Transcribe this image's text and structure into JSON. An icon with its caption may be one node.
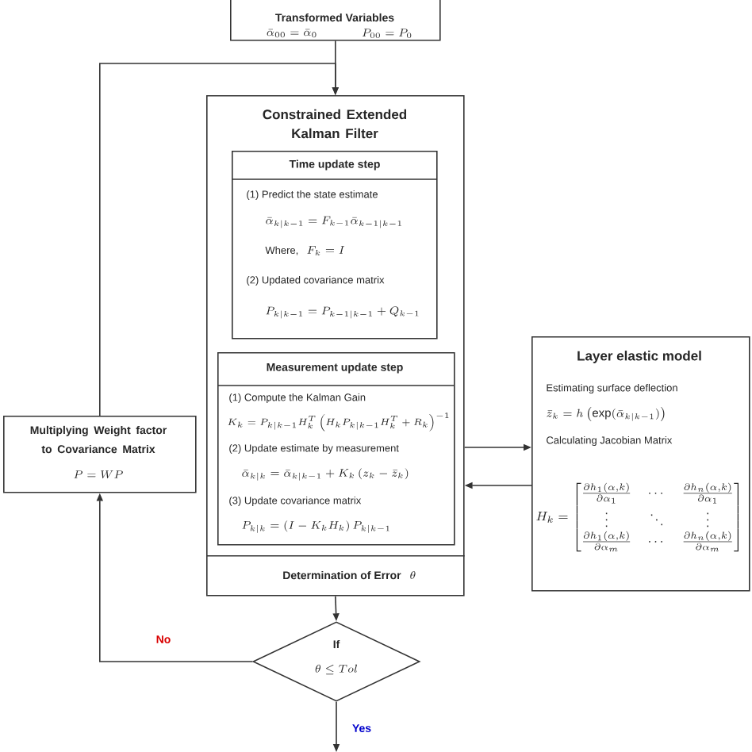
{
  "diagram": {
    "nodes": [
      {
        "text": [
          "Transformed Variables",
          "\\bar{\\alpha}_{00} = \\bar{\\alpha}_{0}",
          "P_{00} = P_{0}"
        ]
      },
      {
        "text": [
          "Constrained Extended Kalman Filter"
        ]
      },
      {
        "text": [
          "Time update step",
          "(1) Predict the state estimate",
          "\\bar{\\alpha}_{k|k-1} = F_{k-1}\\bar{\\alpha}_{k-1|k-1}",
          "Where,",
          "F_{k} = I",
          "(2) Updated covariance matrix",
          "P_{k|k-1} = P_{k-1|k-1} + Q_{k-1}"
        ],
        "in": 1
      },
      {
        "text": [
          "Measurement update step",
          "(1) Compute the Kalman Gain",
          "K_{k} = P_{k|k-1}H_{k}^{T}\\left(H_{k}P_{k|k-1}H_{k}^{T} + R_{k}\\right)^{-1}",
          "(2) Update estimate by measurement",
          "\\bar{\\alpha}_{k|k} = \\bar{\\alpha}_{k|k-1} + K_{k}\\left(z_{k} - \\bar{z}_{k}\\right)",
          "(3) Update covariance matrix",
          "P_{k|k} = \\left(I - K_{k}H_{k}\\right)P_{k|k-1}"
        ],
        "in": 1
      },
      {
        "text": [
          "Determination of Error",
          "\\theta"
        ]
      },
      {
        "text": [
          "If",
          "\\theta \\le Tol"
        ]
      },
      {
        "text": [
          "Multiplying Weight factor to Covariance Matrix",
          "P = WP"
        ]
      },
      {
        "text": [
          "Layer elastic model",
          "Estimating surface deflection",
          "\\bar{z}_{k} = h\\left(\\exp(\\bar{\\alpha}_{k|k-1})\\right)",
          "Calculating Jacobian Matrix",
          "H_{k} = \\begin{bmatrix} \\frac{\\partial h_{1}(\\alpha,k)}{\\partial \\alpha_{1}} & \\cdots & \\frac{\\partial h_{n}(\\alpha,k)}{\\partial \\alpha_{1}} \\\\ \\vdots & \\ddots & \\vdots \\\\ \\frac{\\partial h_{1}(\\alpha,k)}{\\partial \\alpha_{m}} & \\cdots & \\frac{\\partial h_{n}(\\alpha,k)}{\\partial \\alpha_{m}} \\end{bmatrix}"
        ]
      }
    ],
    "edges": [
      {
        "from": 0,
        "to": 1,
        "arrow": "to"
      },
      {
        "from": 6,
        "to": 1,
        "arrow": "to"
      },
      {
        "from": 1,
        "to": 7,
        "arrow": "to"
      },
      {
        "from": 7,
        "to": 1,
        "arrow": "to"
      },
      {
        "from": 4,
        "to": 5,
        "arrow": "to"
      },
      {
        "from": 5,
        "to": 6,
        "label": "No",
        "arrow": "to"
      },
      {
        "from": 5,
        "to": null,
        "label": "Yes",
        "arrow": "to"
      }
    ]
  }
}
